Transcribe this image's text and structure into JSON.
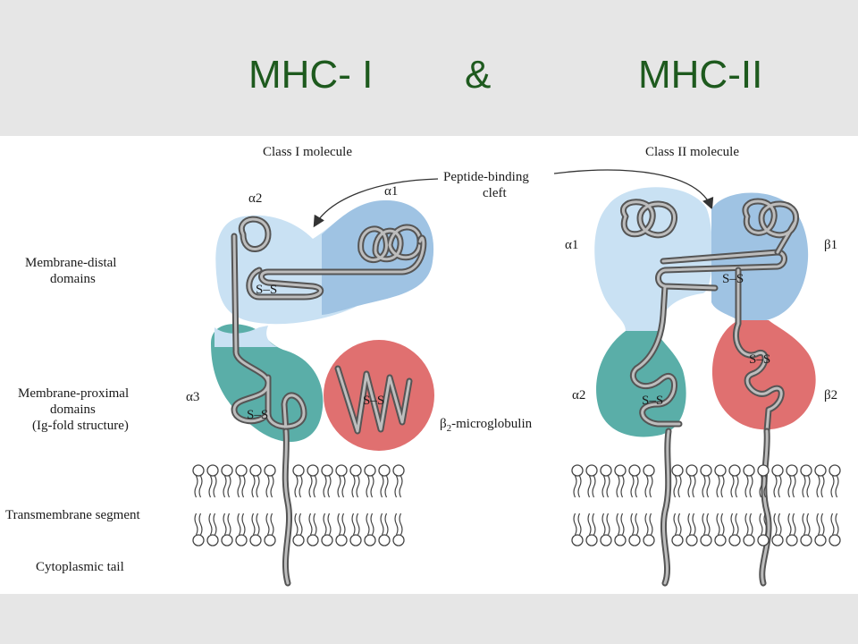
{
  "title": {
    "left": "MHC- I",
    "separator": "&",
    "right": "MHC-II"
  },
  "figure": {
    "class1_label": "Class I molecule",
    "class2_label": "Class II molecule",
    "peptide_cleft_line1": "Peptide-binding",
    "peptide_cleft_line2": "cleft",
    "row_labels": {
      "distal_line1": "Membrane-distal",
      "distal_line2": "domains",
      "proximal_line1": "Membrane-proximal",
      "proximal_line2": "domains",
      "proximal_line3": "(Ig-fold structure)",
      "transmembrane": "Transmembrane segment",
      "cytoplasmic": "Cytoplasmic tail"
    },
    "class1_domains": {
      "a2": "α2",
      "a1": "α1",
      "a3": "α3",
      "b2m_prefix": "β",
      "b2m_sub": "2",
      "b2m_suffix": "-microglobulin"
    },
    "class2_domains": {
      "a1": "α1",
      "b1": "β1",
      "a2": "α2",
      "b2": "β2"
    },
    "disulfide": "S–S",
    "colors": {
      "light_blue": "#c9e1f3",
      "mid_blue": "#9fc3e3",
      "teal": "#5aaea8",
      "red": "#e07070",
      "title_green": "#1e5a1e"
    }
  }
}
